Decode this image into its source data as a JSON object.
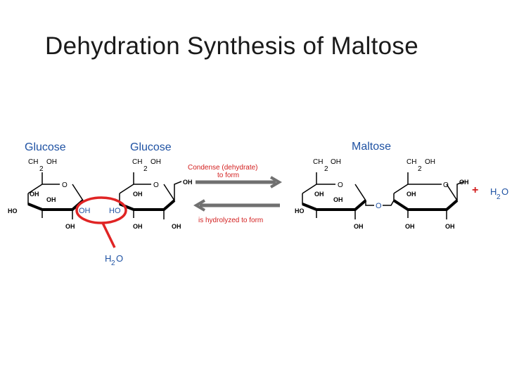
{
  "title": "Dehydration Synthesis of Maltose",
  "molecules": {
    "glucose_left_label": "Glucose",
    "glucose_right_label": "Glucose",
    "maltose_label": "Maltose"
  },
  "atoms": {
    "ch": "CH",
    "oh": "OH",
    "sub2": "2",
    "o": "O",
    "ho": "HO",
    "h": "H"
  },
  "reaction": {
    "forward_line1": "Condense (dehydrate)",
    "forward_line2": "to form",
    "reverse": "is hydrolyzed to form",
    "plus": "+"
  },
  "colors": {
    "blue_label": "#1f52a3",
    "red_text": "#d32020",
    "arrow_gray": "#707070",
    "highlight_red": "#e02424"
  }
}
